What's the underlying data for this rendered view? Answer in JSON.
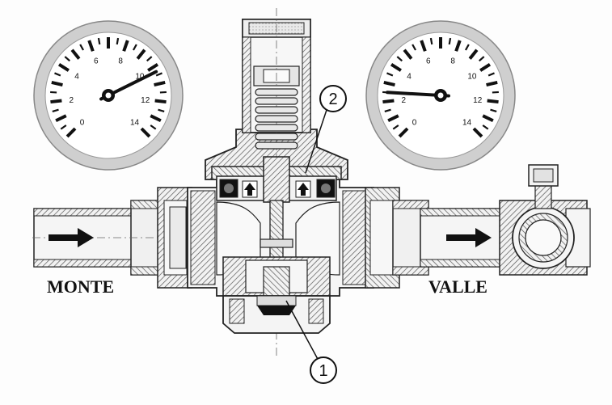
{
  "labels": {
    "upstream": "MONTE",
    "downstream": "VALLE",
    "callout_1": "1",
    "callout_2": "2"
  },
  "gauges": [
    {
      "name": "upstream-gauge",
      "scale": [
        "0",
        "2",
        "4",
        "6",
        "8",
        "10",
        "12",
        "14"
      ],
      "reading": 10.3
    },
    {
      "name": "downstream-gauge",
      "scale": [
        "0",
        "2",
        "4",
        "6",
        "8",
        "10",
        "12",
        "14"
      ],
      "reading": 2.5
    }
  ],
  "colors": {
    "stroke": "#222222",
    "hatch": "#555555",
    "gauge_rim": "#cfcfcf",
    "pipe_fill": "#e6e6e6"
  }
}
